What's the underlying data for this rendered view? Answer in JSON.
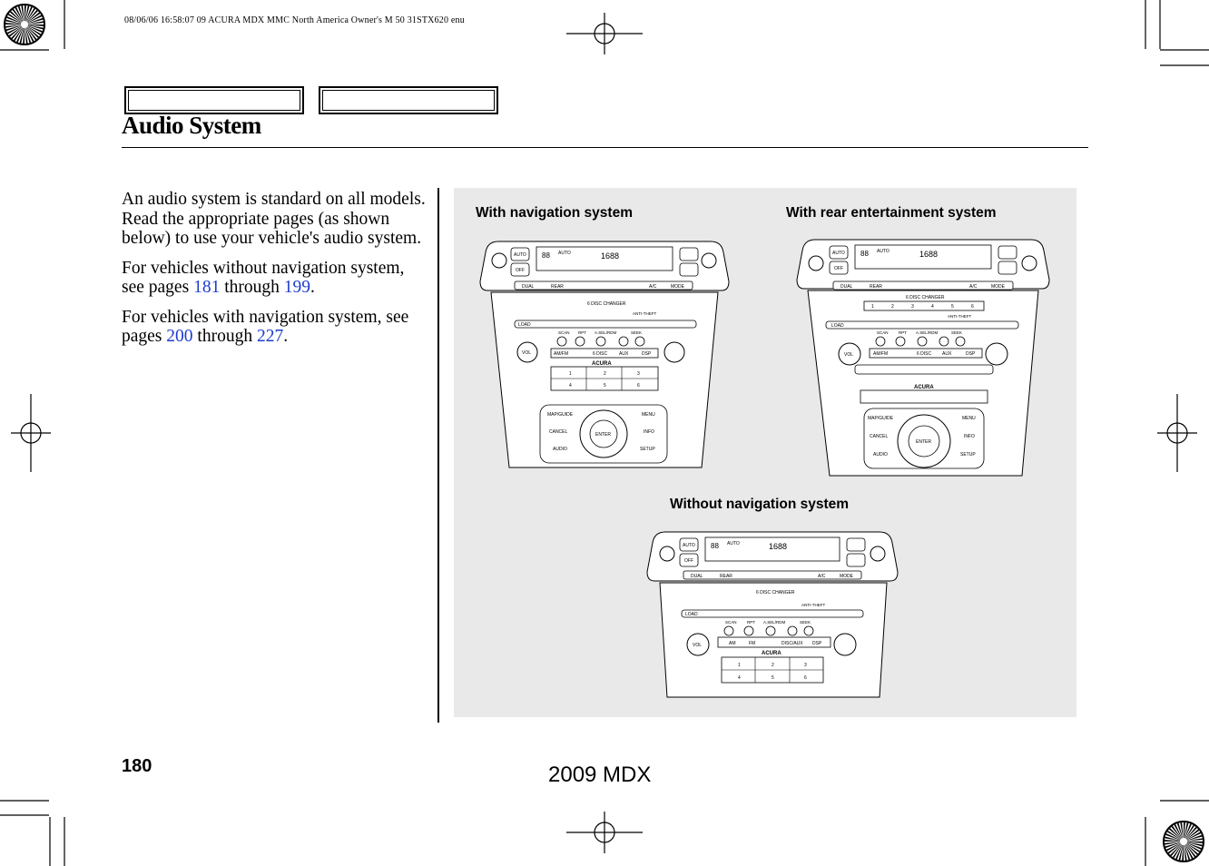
{
  "print_header": "08/06/06 16:58:07    09 ACURA MDX MMC North America Owner's M 50 31STX620 enu",
  "title": "Audio System",
  "body": {
    "p1": "An audio system is standard on all models. Read the appropriate pages (as shown below) to use your vehicle's audio system.",
    "p2_a": "For vehicles without navigation system, see pages ",
    "p2_page1": "181",
    "p2_b": " through ",
    "p2_page2": "199",
    "p2_c": ".",
    "p3_a": "For vehicles with navigation system, see pages ",
    "p3_page1": "200",
    "p3_b": " through ",
    "p3_page2": "227",
    "p3_c": "."
  },
  "captions": {
    "nav": "With navigation system",
    "rear": "With rear entertainment system",
    "no_nav": "Without navigation system"
  },
  "unit_labels": {
    "auto": "AUTO",
    "off": "OFF",
    "dual": "DUAL",
    "rear": "REAR",
    "ac": "A/C",
    "mode": "MODE",
    "load": "LOAD",
    "changer": "6 DISC CHANGER",
    "anti_theft": "ANTI-THEFT",
    "scan": "SCAN",
    "rpt": "RPT",
    "aselrdm": "A.SEL/RDM",
    "seek": "SEEK",
    "amfm": "AM/FM",
    "am": "AM",
    "fm": "FM",
    "disc": "6 DISC",
    "aux": "AUX",
    "disc_aux": "DISC/AUX",
    "dsp": "DSP",
    "acura": "ACURA",
    "vol": "VOL",
    "map_guide": "MAP/GUIDE",
    "menu": "MENU",
    "cancel": "CANCEL",
    "info": "INFO",
    "audio": "AUDIO",
    "setup": "SETUP",
    "enter": "ENTER",
    "display_digits": "88",
    "display_temp": "1688",
    "n1": "1",
    "n2": "2",
    "n3": "3",
    "n4": "4",
    "n5": "5",
    "n6": "6"
  },
  "page_number": "180",
  "model": "2009  MDX"
}
